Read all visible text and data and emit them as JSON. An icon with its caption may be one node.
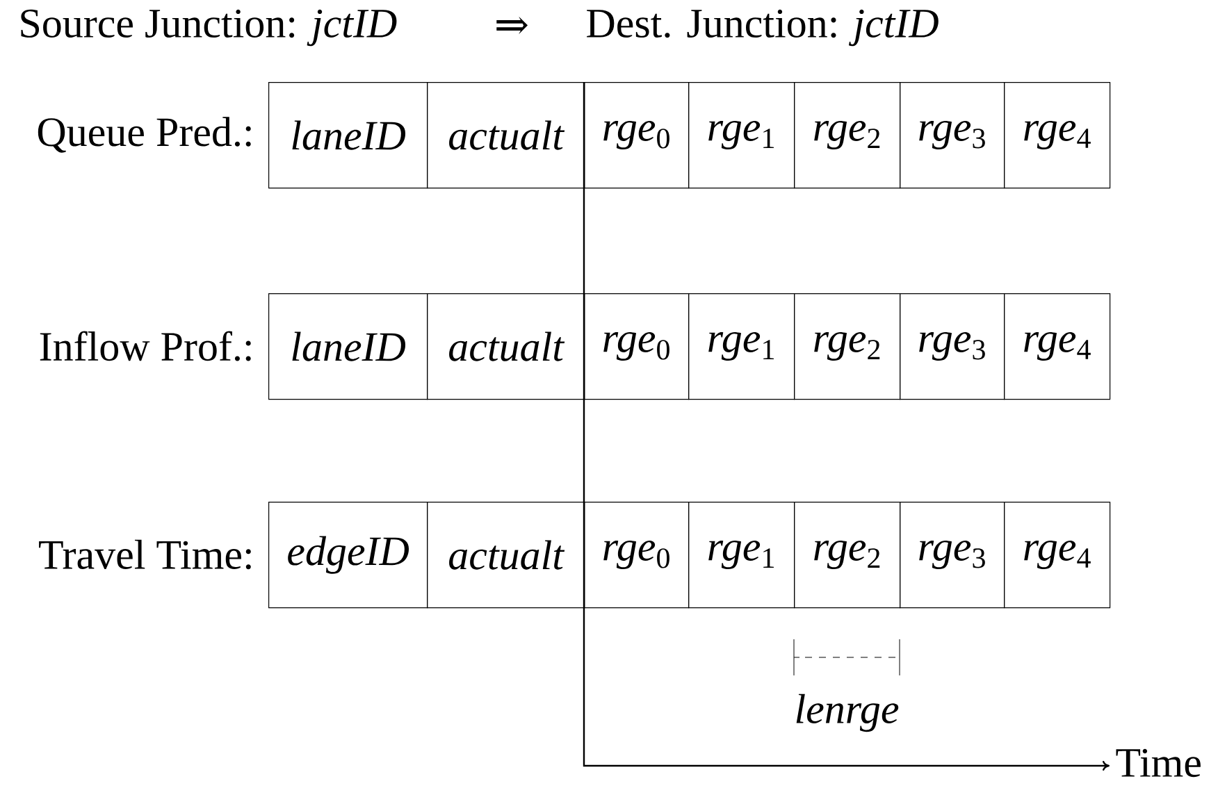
{
  "diagram": {
    "nodes": [
      {
        "text": [
          "laneID"
        ]
      },
      {
        "text": [
          "actualt"
        ]
      },
      {
        "text": [
          "*rge*$_{0}$"
        ]
      },
      {
        "text": [
          "*rge*$_{1}$"
        ]
      },
      {
        "text": [
          "*rge*$_{2}$"
        ]
      },
      {
        "text": [
          "*rge*$_{3}$"
        ]
      },
      {
        "text": [
          "*rge*$_{4}$"
        ]
      },
      {
        "text": [
          "laneID"
        ]
      },
      {
        "text": [
          "actualt"
        ]
      },
      {
        "text": [
          "*rge*$_{0}$"
        ]
      },
      {
        "text": [
          "*rge*$_{1}$"
        ]
      },
      {
        "text": [
          "*rge*$_{2}$"
        ]
      },
      {
        "text": [
          "*rge*$_{3}$"
        ]
      },
      {
        "text": [
          "*rge*$_{4}$"
        ]
      },
      {
        "text": [
          "edgeID"
        ]
      },
      {
        "text": [
          "actualt"
        ]
      },
      {
        "text": [
          "*rge*$_{0}$"
        ]
      },
      {
        "text": [
          "*rge*$_{1}$"
        ]
      },
      {
        "text": [
          "*rge*$_{2}$"
        ]
      },
      {
        "text": [
          "*rge*$_{3}$"
        ]
      },
      {
        "text": [
          "*rge*$_{4}$"
        ]
      }
    ],
    "labels": [
      "Source Junction: *jctID*",
      "⇒",
      "Dest. Junction: *jctID*",
      "Queue Pred.:",
      "Inflow Prof.:",
      "Travel Time:",
      "lenrge",
      "Time"
    ]
  }
}
